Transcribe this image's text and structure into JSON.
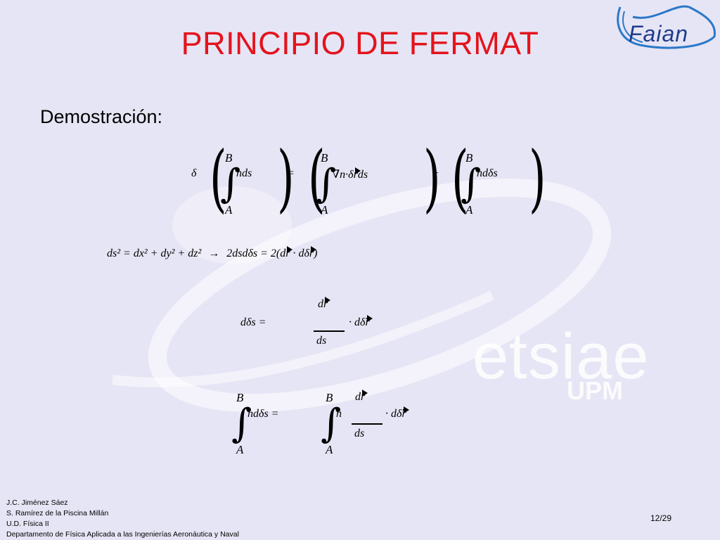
{
  "slide": {
    "title": "PRINCIPIO DE FERMAT",
    "subtitle": "Demostración:",
    "page_number": "12/29"
  },
  "logo": {
    "text": "Faian"
  },
  "watermark": {
    "main": "etsiae",
    "sub": "UPM"
  },
  "footer": {
    "lines": [
      "J.C. Jiménez Sáez",
      "S. Ramírez de la Piscina Millán",
      "U.D. Física II",
      "Departamento de Física Aplicada a las Ingenierías Aeronáutica y Naval"
    ]
  },
  "equations": {
    "limits": {
      "upper": "B",
      "lower": "A"
    },
    "eq1": {
      "delta": "δ",
      "term1": "nds",
      "equals": "=",
      "term2_prefix": "∇n·δ",
      "term2_r": "r",
      "term2_suffix": "ds",
      "plus": "+",
      "term3": "ndδs"
    },
    "eq2": {
      "lhs": "ds² = dx² + dy² + dz²",
      "arrow": "→",
      "rhs_start": "2dsdδs = 2(d",
      "rhs_r1": "r",
      "rhs_mid": " · dδ",
      "rhs_r2": "r",
      "rhs_end": ")"
    },
    "eq3": {
      "lhs": "dδs =",
      "num_d": "d",
      "num_r": "r",
      "den": "ds",
      "tail": "· dδ",
      "tail_r": "r"
    },
    "eq4": {
      "lhs": "ndδs =",
      "n": "n",
      "num_d": "d",
      "num_r": "r",
      "den": "ds",
      "tail": "· dδ",
      "tail_r": "r"
    }
  }
}
